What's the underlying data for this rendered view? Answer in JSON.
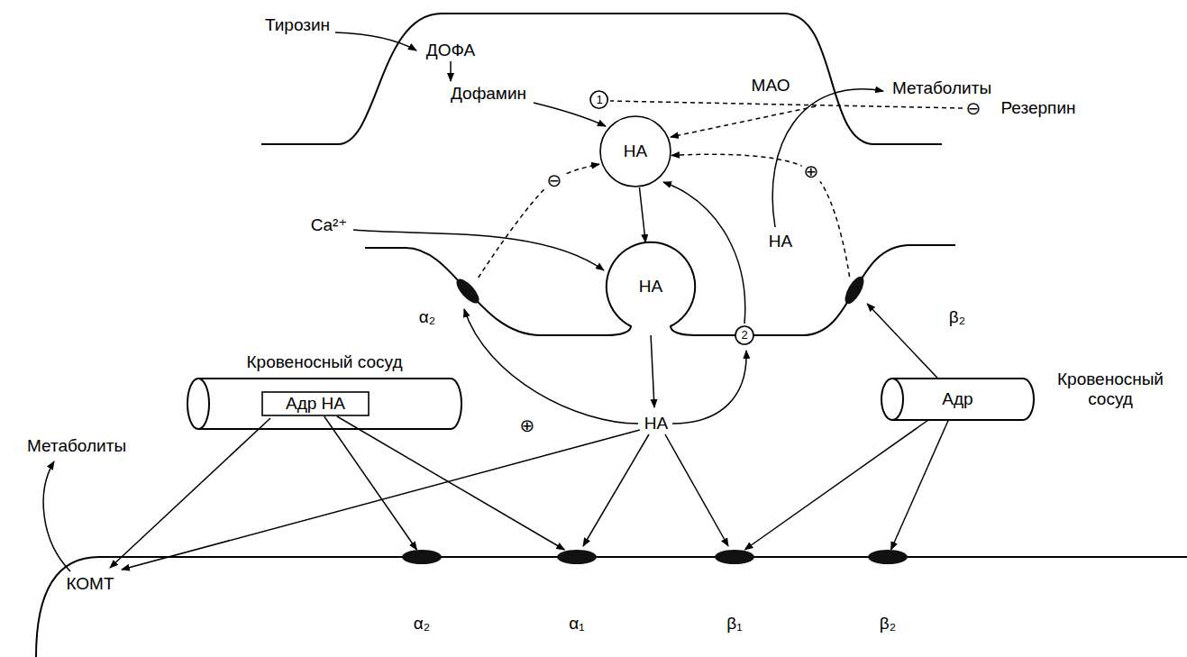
{
  "diagram": {
    "nodes": [
      {
        "text": [
          "НА"
        ]
      },
      {
        "text": [
          "1"
        ]
      },
      {
        "text": [
          "НА"
        ]
      },
      {
        "text": [
          "α₂"
        ]
      },
      {
        "text": [
          "2"
        ]
      },
      {
        "text": [
          "β₂"
        ]
      },
      {
        "text": [
          "Кровеносный сосуд"
        ]
      },
      {
        "text": [
          "Адр НА"
        ],
        "in": 6
      },
      {
        "text": [
          "Кровеносный сосуд",
          "Адр"
        ]
      },
      {
        "text": [
          "α₂"
        ]
      },
      {
        "text": [
          "α₁"
        ]
      },
      {
        "text": [
          "β₁"
        ]
      },
      {
        "text": [
          "β₂"
        ]
      }
    ],
    "edges": [
      {
        "from": 0,
        "to": 2,
        "arrow": "to"
      },
      {
        "from": 3,
        "to": 0,
        "arrow": "to",
        "label": "⊖"
      },
      {
        "from": 5,
        "to": 0,
        "arrow": "to",
        "label": "⊕"
      },
      {
        "from": 8,
        "to": 5,
        "arrow": "to"
      },
      {
        "from": 7,
        "to": 9,
        "arrow": "to"
      },
      {
        "from": 7,
        "to": 10,
        "arrow": "to"
      },
      {
        "from": 8,
        "to": 11,
        "arrow": "to"
      },
      {
        "from": 8,
        "to": 12,
        "arrow": "to"
      }
    ],
    "labels": [
      "Тирозин",
      "ДОФА",
      "Дофамин",
      "Резерпин",
      "⊖",
      "МАО",
      "Метаболиты",
      "Ca²⁺",
      "НА",
      "⊕",
      "НА",
      "Метаболиты",
      "КОМТ"
    ]
  }
}
